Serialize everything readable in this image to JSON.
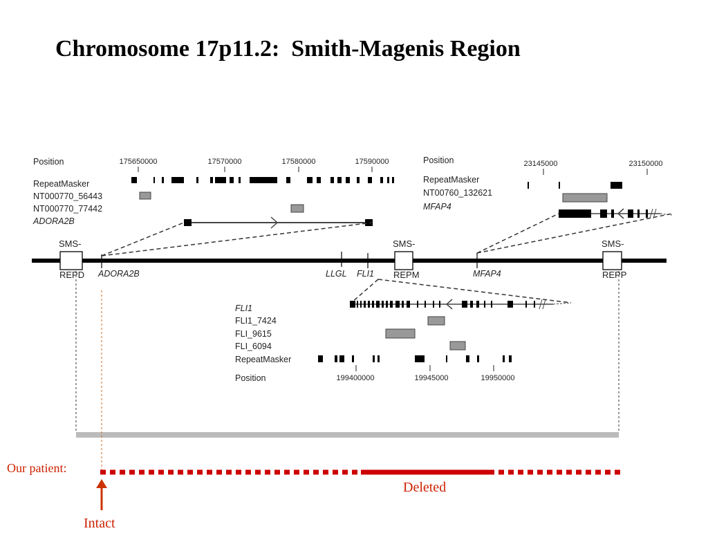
{
  "title": "Chromosome 17p11.2:  Smith-Magenis Region",
  "top_left_panel": {
    "tracks": [
      "Position",
      "RepeatMasker",
      "NT000770_56443",
      "NT000770_77442",
      "ADORA2B"
    ],
    "positions": [
      "175650000",
      "17570000",
      "17580000",
      "17590000"
    ]
  },
  "top_right_panel": {
    "tracks": [
      "Position",
      "RepeatMasker",
      "NT00760_132621",
      "MFAP4"
    ],
    "positions": [
      "23145000",
      "23150000"
    ]
  },
  "chromosome": {
    "sms_prefix": "SMS-",
    "repeats": [
      "REPD",
      "REPM",
      "REPP"
    ],
    "genes": [
      "ADORA2B",
      "LLGL",
      "FLI1",
      "MFAP4"
    ]
  },
  "bottom_panel": {
    "tracks": [
      "FLI1",
      "FLI1_7424",
      "FLI_9615",
      "FLI_6094",
      "RepeatMasker",
      "Position"
    ],
    "positions": [
      "199400000",
      "19945000",
      "19950000"
    ]
  },
  "patient": {
    "label": "Our patient:",
    "deleted": "Deleted",
    "intact": "Intact"
  },
  "colors": {
    "deletion": "#cc0000",
    "annotation_text": "#cc2200",
    "sms_span": "#bbbbbb",
    "clone_box": "#999999"
  }
}
